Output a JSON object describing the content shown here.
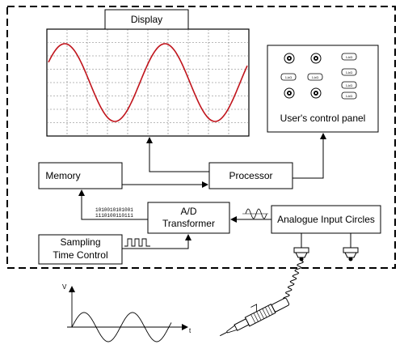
{
  "blocks": {
    "display": "Display",
    "user_panel": "User's control panel",
    "memory": "Memory",
    "processor": "Processor",
    "ad_line1": "A/D",
    "ad_line2": "Transformer",
    "analogue": "Analogue Input Circles",
    "sampling_line1": "Sampling",
    "sampling_line2": "Time Control"
  },
  "binary": {
    "line1": "1010010101001",
    "line2": "1110100110111"
  },
  "panel_button_text": "1-kΩ",
  "waveform_axes": {
    "y": "V",
    "x": "t"
  },
  "colors": {
    "signal": "#c0141c",
    "line": "#000000"
  }
}
